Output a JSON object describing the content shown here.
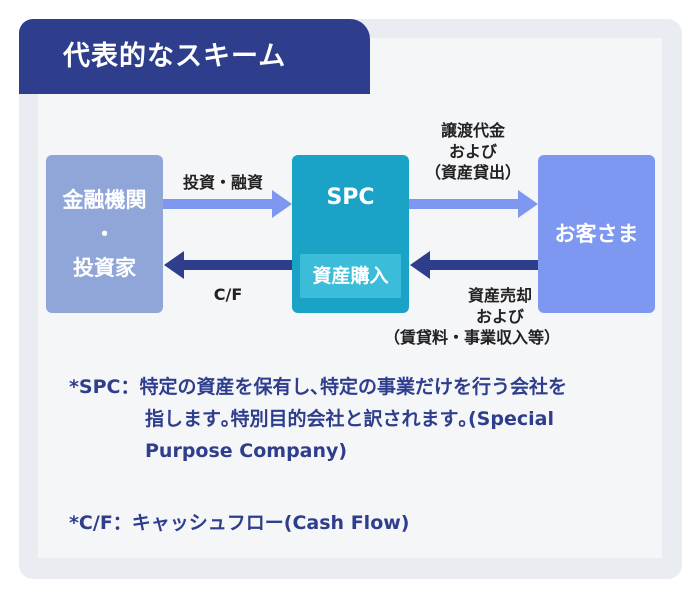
{
  "title": "代表的なスキーム",
  "nodes": {
    "investor_line1": "金融機関",
    "investor_line2": "・",
    "investor_line3": "投資家",
    "spc_title": "SPC",
    "spc_sub": "資産購入",
    "customer": "お客さま"
  },
  "flows": {
    "investment": "投資・融資",
    "cashflow": "C/F",
    "transfer_line1": "譲渡代金",
    "transfer_line2": "および",
    "transfer_line3": "（資産貸出）",
    "sale_line1": "資産売却",
    "sale_line2": "および",
    "sale_line3": "（賃貸料・事業収入等）"
  },
  "notes": {
    "spc_line1": "*SPC：特定の資産を保有し､特定の事業だけを行う会社を",
    "spc_line2": "指します｡特別目的会社と訳されます｡(Special",
    "spc_line3": "Purpose Company)",
    "cf_line": "*C/F：キャッシュフロー(Cash Flow)"
  },
  "colors": {
    "title_bg": "#2f3e8c",
    "investor_node": "#90a6d8",
    "spc_node": "#1aa3c6",
    "customer_node": "#7e97f0",
    "light_arrow": "#7e97f0",
    "dark_arrow": "#2f3e8c"
  }
}
